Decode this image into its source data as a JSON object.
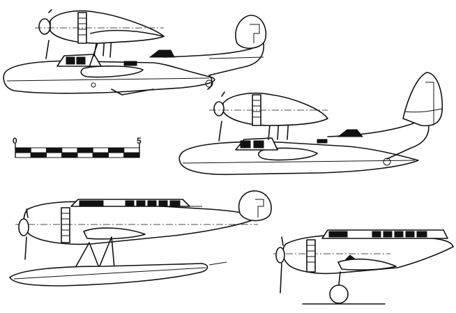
{
  "scale_bar": {
    "start_label": "0",
    "end_label": "5",
    "segments": 8
  },
  "views": [
    {
      "id": "side-view-upper"
    },
    {
      "id": "side-view-middle"
    },
    {
      "id": "side-view-lower-left"
    },
    {
      "id": "side-view-lower-right"
    }
  ],
  "colors": {
    "ink": "#111111",
    "paper": "#ffffff"
  }
}
